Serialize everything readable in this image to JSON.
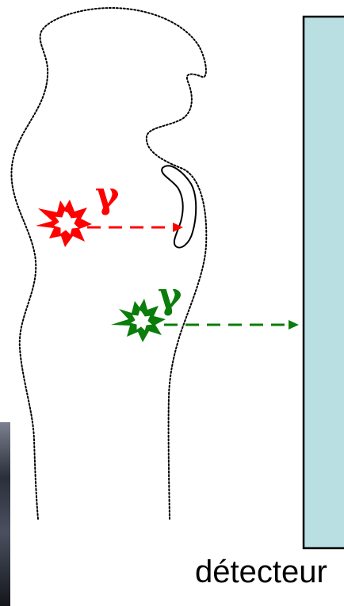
{
  "detector": {
    "label": "détecteur",
    "fill_color": "#b9dfe3",
    "border_color": "#000000"
  },
  "photons": [
    {
      "id": "red-gamma",
      "symbol": "γ",
      "color": "#ff0000",
      "source_icon": "starburst-icon",
      "target": "organ"
    },
    {
      "id": "green-gamma",
      "symbol": "γ",
      "color": "#0a7d0a",
      "source_icon": "starburst-icon",
      "target": "detector"
    }
  ],
  "body": {
    "outline_style": "dotted",
    "outline_color": "#000000"
  },
  "photo_strip": {
    "colors": [
      "#2a2f3a",
      "#8a90a0",
      "#1a1c22"
    ]
  }
}
